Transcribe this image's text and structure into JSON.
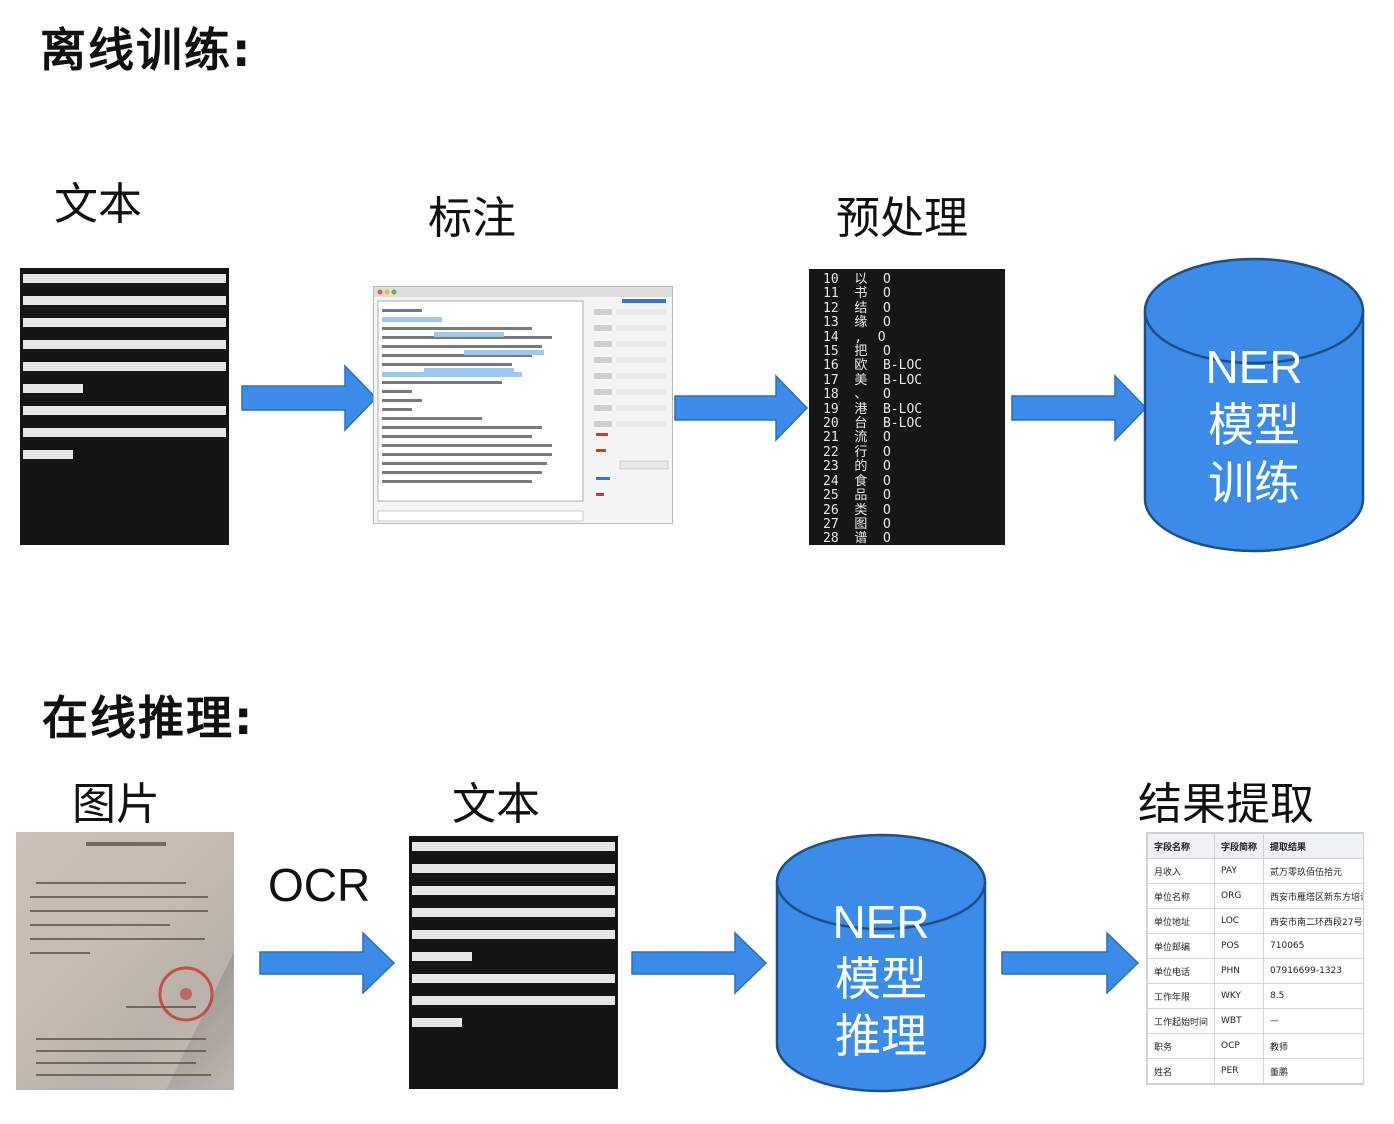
{
  "offline": {
    "title": "离线训练:",
    "steps": {
      "text_label": "文本",
      "annotate_label": "标注",
      "preprocess_label": "预处理",
      "model_lines": [
        "NER",
        "模型",
        "训练"
      ]
    },
    "preprocess_rows": [
      {
        "n": "10",
        "ch": "以",
        "tag": "O"
      },
      {
        "n": "11",
        "ch": "书",
        "tag": "O"
      },
      {
        "n": "12",
        "ch": "结",
        "tag": "O"
      },
      {
        "n": "13",
        "ch": "缘",
        "tag": "O"
      },
      {
        "n": "14",
        "ch": ",",
        "tag": "O"
      },
      {
        "n": "15",
        "ch": "把",
        "tag": "O"
      },
      {
        "n": "16",
        "ch": "欧",
        "tag": "B-LOC"
      },
      {
        "n": "17",
        "ch": "美",
        "tag": "B-LOC"
      },
      {
        "n": "18",
        "ch": "、",
        "tag": "O"
      },
      {
        "n": "19",
        "ch": "港",
        "tag": "B-LOC"
      },
      {
        "n": "20",
        "ch": "台",
        "tag": "B-LOC"
      },
      {
        "n": "21",
        "ch": "流",
        "tag": "O"
      },
      {
        "n": "22",
        "ch": "行",
        "tag": "O"
      },
      {
        "n": "23",
        "ch": "的",
        "tag": "O"
      },
      {
        "n": "24",
        "ch": "食",
        "tag": "O"
      },
      {
        "n": "25",
        "ch": "品",
        "tag": "O"
      },
      {
        "n": "26",
        "ch": "类",
        "tag": "O"
      },
      {
        "n": "27",
        "ch": "图",
        "tag": "O"
      },
      {
        "n": "28",
        "ch": "谱",
        "tag": "O"
      }
    ]
  },
  "online": {
    "title": "在线推理:",
    "steps": {
      "image_label": "图片",
      "ocr_label": "OCR",
      "text_label": "文本",
      "model_lines": [
        "NER",
        "模型",
        "推理"
      ],
      "result_label": "结果提取"
    },
    "result_table": {
      "headers": [
        "字段名称",
        "字段简称",
        "提取结果"
      ],
      "rows": [
        [
          "月收入",
          "PAY",
          "贰万零玖佰伍拾元"
        ],
        [
          "单位名称",
          "ORG",
          "西安市雁塔区新东方培训中心"
        ],
        [
          "单位地址",
          "LOC",
          "西安市南二环西段27号"
        ],
        [
          "单位邮编",
          "POS",
          "710065"
        ],
        [
          "单位电话",
          "PHN",
          "07916699-1323"
        ],
        [
          "工作年限",
          "WKY",
          "8.5"
        ],
        [
          "工作起始时间",
          "WBT",
          "—"
        ],
        [
          "职务",
          "OCP",
          "教师"
        ],
        [
          "姓名",
          "PER",
          "董鹏"
        ]
      ]
    }
  },
  "colors": {
    "accent_blue": "#3a8ce8",
    "cylinder_stroke": "#1f4f86",
    "cylinder_text": "#ffffff"
  }
}
